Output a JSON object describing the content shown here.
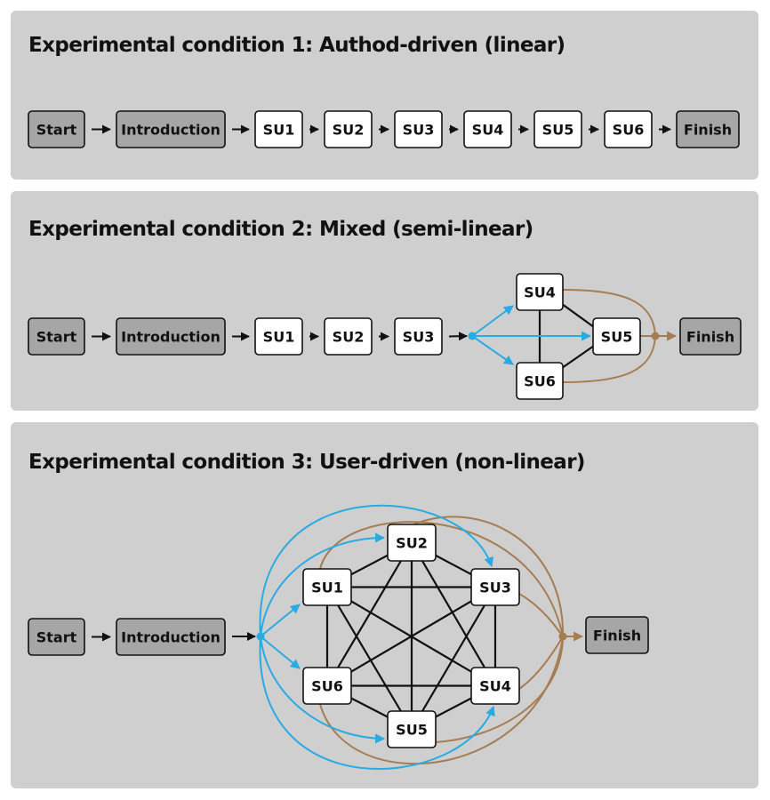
{
  "colors": {
    "panel": "#cfcfcf",
    "node_gray": "#a6a6a6",
    "node_white": "#ffffff",
    "blue": "#29abe2",
    "brown": "#a67c52",
    "black": "#111111"
  },
  "labels": {
    "start": "Start",
    "intro": "Introduction",
    "finish": "Finish",
    "su": [
      "SU1",
      "SU2",
      "SU3",
      "SU4",
      "SU5",
      "SU6"
    ]
  },
  "conditions": [
    {
      "title": "Experimental condition 1: Authod-driven (linear)"
    },
    {
      "title": "Experimental condition 2: Mixed (semi-linear)"
    },
    {
      "title": "Experimental condition 3: User-driven (non-linear)"
    }
  ]
}
